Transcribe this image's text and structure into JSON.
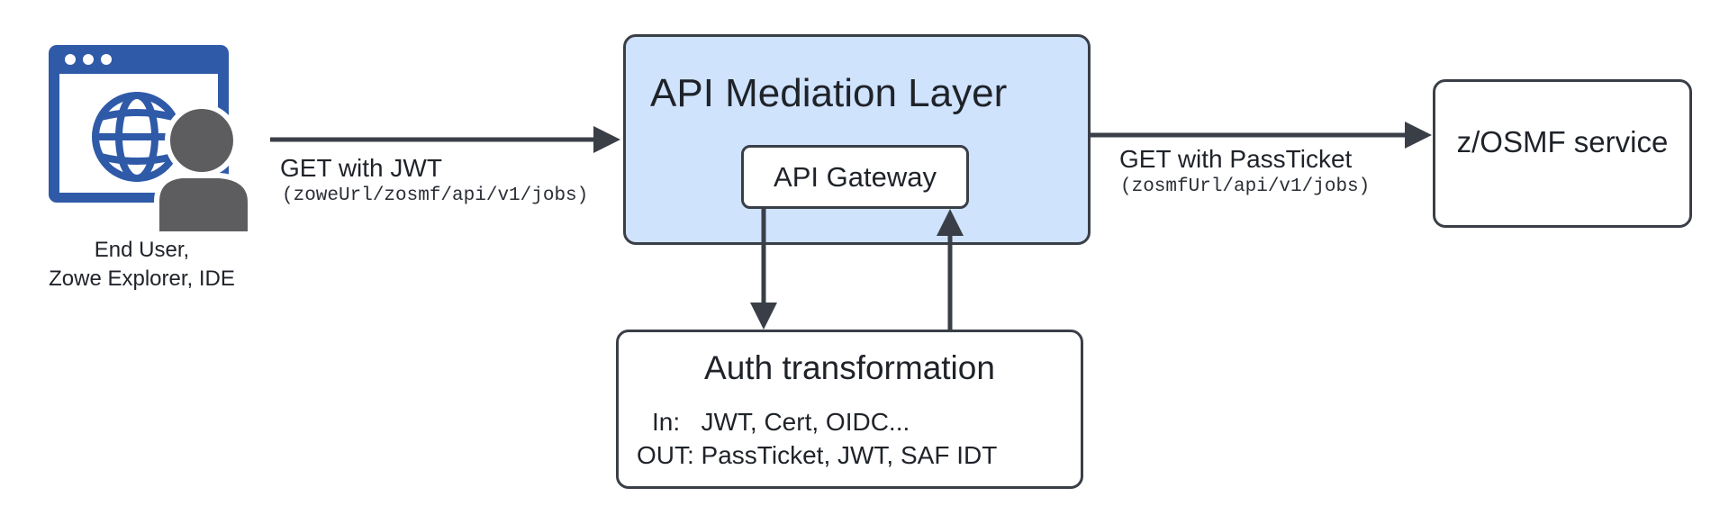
{
  "end_user": {
    "icon": "web-user-icon",
    "label_line1": "End User,",
    "label_line2": "Zowe Explorer, IDE"
  },
  "apiml": {
    "title": "API Mediation Layer",
    "gateway_label": "API Gateway",
    "fill_color": "#cfe3fd"
  },
  "zosmf": {
    "label": "z/OSMF service"
  },
  "auth": {
    "title": "Auth transformation",
    "in_line": "In:   JWT, Cert, OIDC...",
    "out_line": "OUT: PassTicket, JWT, SAF IDT"
  },
  "edges": {
    "request_label": "GET with JWT",
    "request_path": "(zoweUrl/zosmf/api/v1/jobs)",
    "forward_label": "GET with PassTicket",
    "forward_path": "(zosmfUrl/api/v1/jobs)"
  },
  "colors": {
    "stroke": "#3a3f47",
    "icon_blue": "#2f5aa8",
    "icon_gray": "#5d5d5f"
  }
}
